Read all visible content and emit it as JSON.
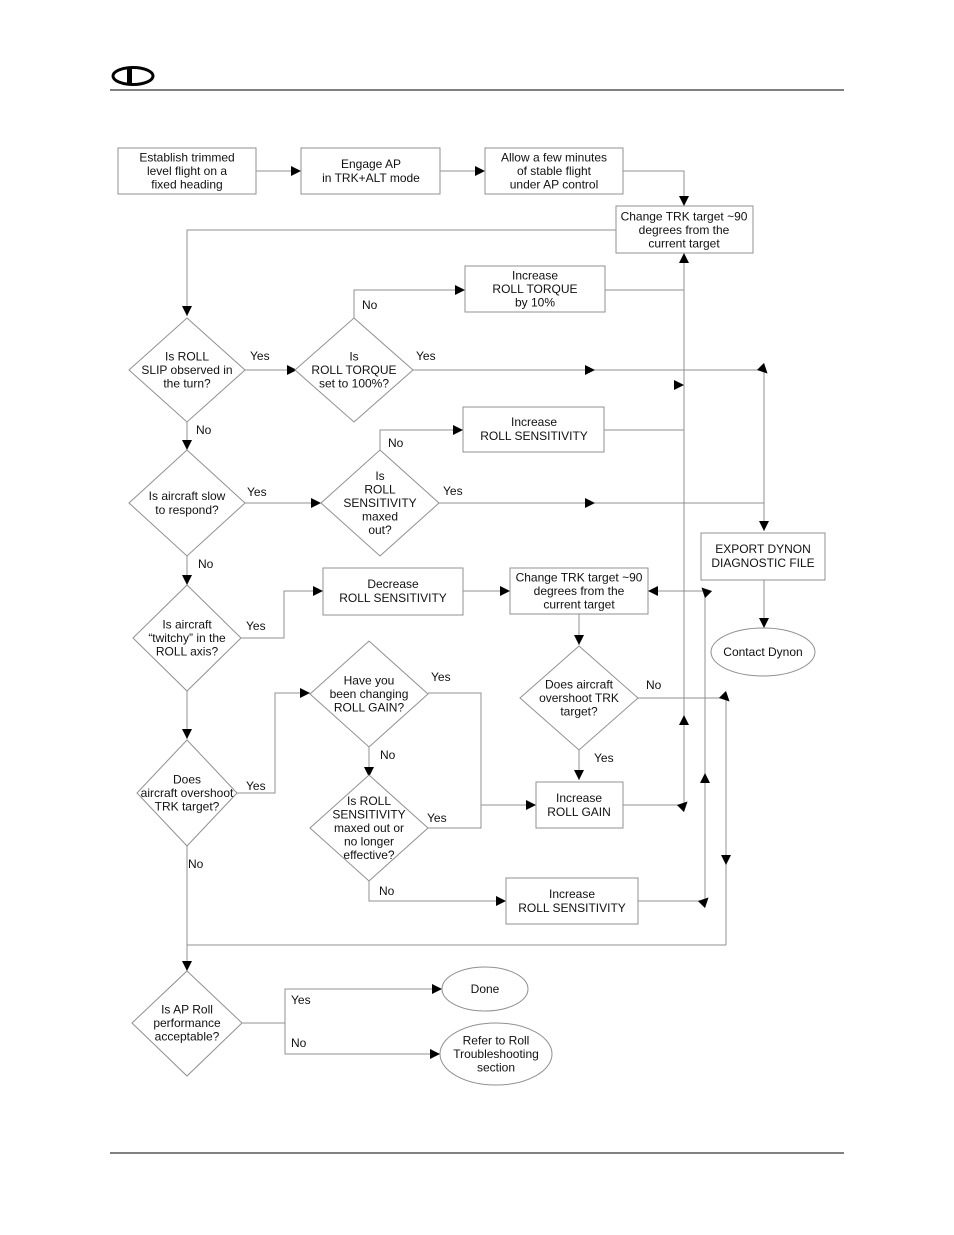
{
  "nodes": {
    "establish": [
      "Establish trimmed",
      "level flight on a",
      "fixed heading"
    ],
    "engage": [
      "Engage AP",
      "in TRK+ALT mode"
    ],
    "allow": [
      "Allow a few minutes",
      "of stable flight",
      "under AP control"
    ],
    "change1": [
      "Change TRK target ~90",
      "degrees from the",
      "current target"
    ],
    "inc_torque": [
      "Increase",
      "ROLL TORQUE",
      "by 10%"
    ],
    "q_slip": [
      "Is ROLL",
      "SLIP observed in",
      "the turn?"
    ],
    "q_torque": [
      "Is",
      "ROLL TORQUE",
      "set to 100%?"
    ],
    "inc_sens1": [
      "Increase",
      "ROLL SENSITIVITY"
    ],
    "q_slow": [
      "Is aircraft slow",
      "to respond?"
    ],
    "q_sens_max": [
      "Is",
      "ROLL",
      "SENSITIVITY",
      "maxed",
      "out?"
    ],
    "export": [
      "EXPORT DYNON",
      "DIAGNOSTIC FILE"
    ],
    "contact": [
      "Contact Dynon"
    ],
    "q_twitchy": [
      "Is aircraft",
      "“twitchy” in the",
      "ROLL axis?"
    ],
    "dec_sens": [
      "Decrease",
      "ROLL SENSITIVITY"
    ],
    "change2": [
      "Change TRK target ~90",
      "degrees from the",
      "current target"
    ],
    "q_gain": [
      "Have you",
      "been changing",
      "ROLL GAIN?"
    ],
    "q_overshoot2": [
      "Does aircraft",
      "overshoot TRK",
      "target?"
    ],
    "q_overshoot1": [
      "Does",
      "aircraft overshoot",
      "TRK target?"
    ],
    "inc_gain": [
      "Increase",
      "ROLL GAIN"
    ],
    "q_sens_eff": [
      "Is ROLL",
      "SENSITIVITY",
      "maxed out or",
      "no longer",
      "effective?"
    ],
    "inc_sens2": [
      "Increase",
      "ROLL SENSITIVITY"
    ],
    "q_acceptable": [
      "Is AP Roll",
      "performance",
      "acceptable?"
    ],
    "done": [
      "Done"
    ],
    "refer": [
      "Refer to Roll",
      "Troubleshooting",
      "section"
    ]
  },
  "labels": {
    "slip_yes": "Yes",
    "slip_no": "No",
    "torque_no": "No",
    "torque_yes": "Yes",
    "slow_yes": "Yes",
    "slow_no": "No",
    "sensmax_no": "No",
    "sensmax_yes": "Yes",
    "twitchy_yes": "Yes",
    "gain_yes": "Yes",
    "gain_no": "No",
    "overshoot1_yes": "Yes",
    "overshoot1_no": "No",
    "senseff_yes": "Yes",
    "senseff_no": "No",
    "overshoot2_no": "No",
    "overshoot2_yes": "Yes",
    "acceptable_yes": "Yes",
    "acceptable_no": "No"
  },
  "colors": {
    "stroke": "#909090",
    "text": "#111111",
    "rule": "#000000",
    "logo": "#000000"
  },
  "logo_icon": "dynon-logo-icon"
}
